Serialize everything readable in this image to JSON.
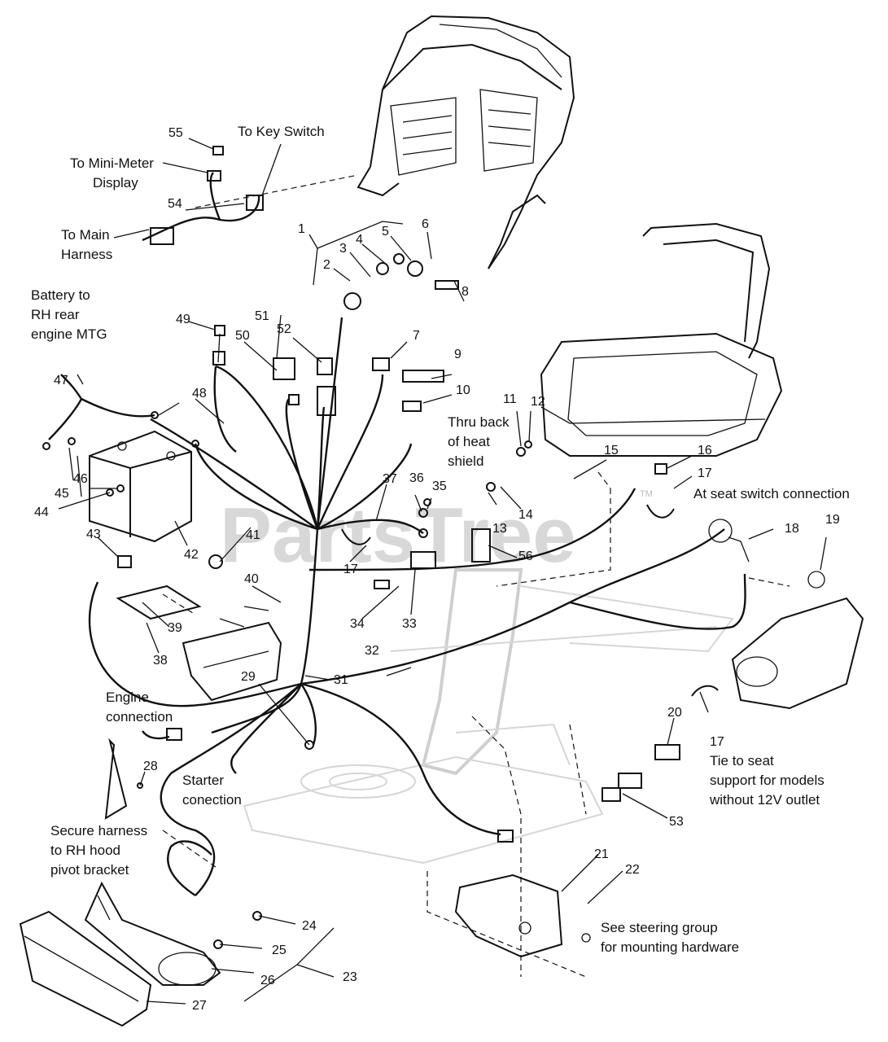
{
  "watermark": "PartsTree",
  "trademark": "TM",
  "labels": {
    "to_key_switch": "To Key Switch",
    "to_mini_meter_1": "To Mini-Meter",
    "to_mini_meter_2": "Display",
    "to_main_harness_1": "To Main",
    "to_main_harness_2": "Harness",
    "battery_1": "Battery to",
    "battery_2": "RH rear",
    "battery_3": "engine MTG",
    "heat_shield_1": "Thru back",
    "heat_shield_2": "of heat",
    "heat_shield_3": "shield",
    "seat_switch": "At seat switch connection",
    "engine_conn_1": "Engine",
    "engine_conn_2": "connection",
    "starter_conn_1": "Starter",
    "starter_conn_2": "conection",
    "secure_1": "Secure harness",
    "secure_2": "to RH hood",
    "secure_3": "pivot bracket",
    "tie_1": "Tie to seat",
    "tie_2": "support for models",
    "tie_3": "without 12V outlet",
    "steering_1": "See steering group",
    "steering_2": "for mounting hardware"
  },
  "callouts": [
    "1",
    "2",
    "3",
    "4",
    "5",
    "6",
    "7",
    "8",
    "9",
    "10",
    "11",
    "12",
    "13",
    "14",
    "15",
    "16",
    "17",
    "17",
    "17",
    "18",
    "19",
    "20",
    "21",
    "22",
    "23",
    "24",
    "25",
    "26",
    "27",
    "28",
    "29",
    "31",
    "32",
    "33",
    "34",
    "35",
    "36",
    "37",
    "38",
    "39",
    "40",
    "41",
    "42",
    "43",
    "44",
    "45",
    "46",
    "47",
    "48",
    "49",
    "50",
    "51",
    "52",
    "53",
    "54",
    "55",
    "56"
  ]
}
